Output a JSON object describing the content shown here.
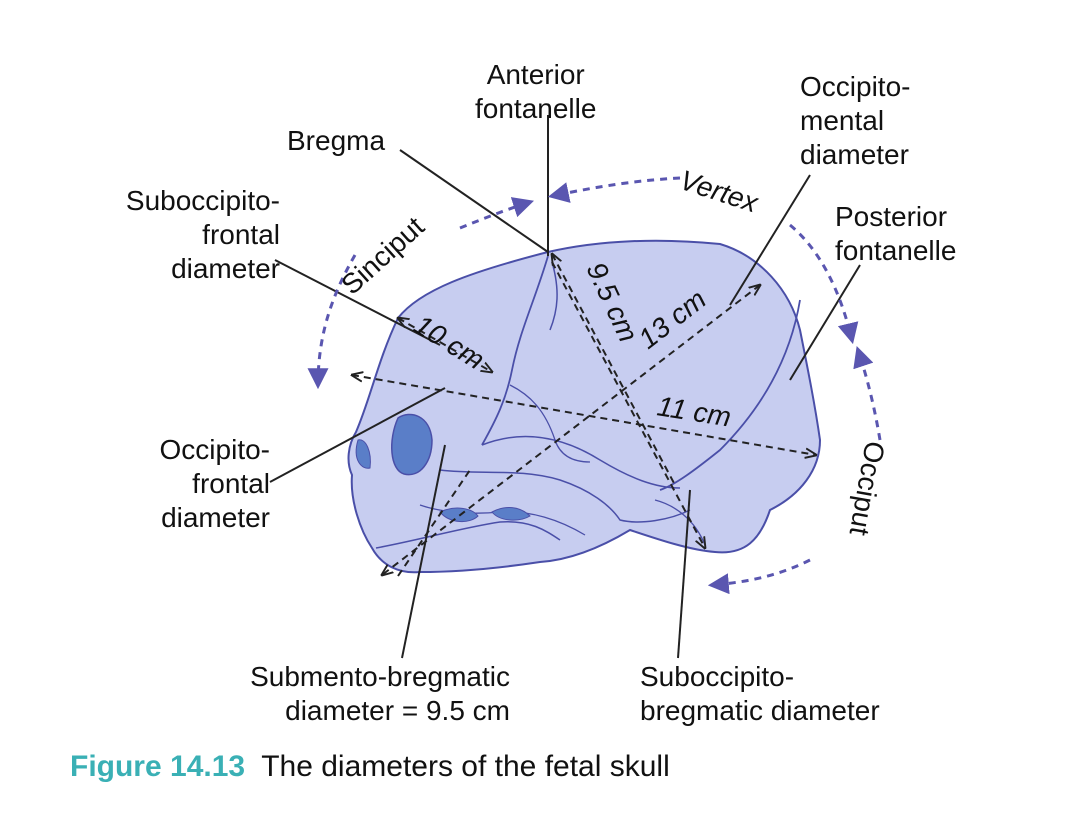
{
  "labels": {
    "anterior_fontanelle": [
      "Anterior",
      "fontanelle"
    ],
    "bregma": "Bregma",
    "occipitomental": [
      "Occipito-",
      "mental",
      "diameter"
    ],
    "suboccipitofrontal": [
      "Suboccipito-",
      "frontal",
      "diameter"
    ],
    "posterior_fontanelle": [
      "Posterior",
      "fontanelle"
    ],
    "occipitofrontal": [
      "Occipito-",
      "frontal",
      "diameter"
    ],
    "submentobregmatic": [
      "Submento-bregmatic",
      "diameter = 9.5 cm"
    ],
    "suboccipitobregmatic": [
      "Suboccipito-",
      "bregmatic diameter"
    ]
  },
  "regions": {
    "sinciput": "Sinciput",
    "vertex": "Vertex",
    "occiput": "Occiput"
  },
  "measurements": {
    "suboccipitofrontal": "10 cm",
    "submentobregmatic": "9.5 cm",
    "occipitomental": "13 cm",
    "occipitofrontal": "11 cm"
  },
  "caption": {
    "number": "Figure 14.13",
    "text": "The diameters of the fetal skull"
  },
  "colors": {
    "skull_fill": "#c7cdf0",
    "skull_stroke": "#4a4fa8",
    "orbit_fill": "#5a7ec8",
    "arrow": "#5a56b0",
    "caption_number": "#3ab0b5"
  }
}
